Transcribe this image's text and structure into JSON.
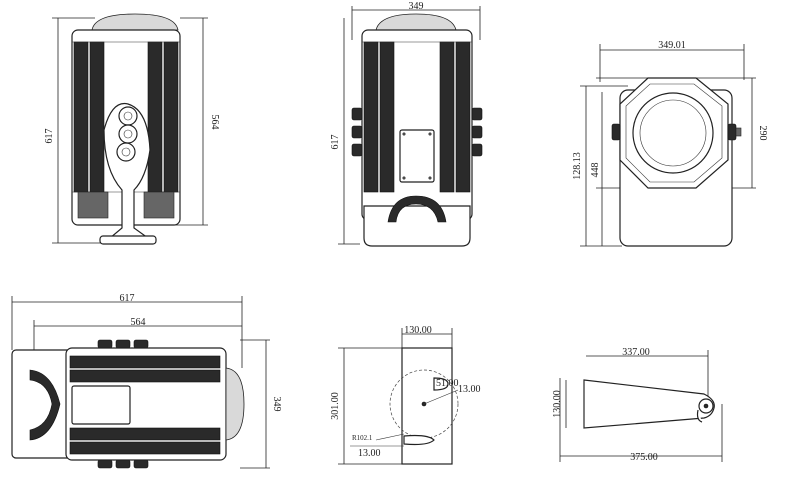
{
  "views": {
    "side": {
      "height_total": "617",
      "height_body": "564"
    },
    "front": {
      "width": "349",
      "height": "617"
    },
    "rear": {
      "width": "349.01",
      "height_a": "128.13",
      "height_b": "448",
      "height_c": "290"
    },
    "top": {
      "length_total": "617",
      "length_body": "564",
      "width": "349"
    },
    "bracket": {
      "width": "130.00",
      "slot_a": "51.00",
      "slot_b": "13.00",
      "height": "301.00",
      "radius": "R102.1",
      "offset": "13.00"
    },
    "arm": {
      "length_a": "337.00",
      "length_b": "375.00",
      "width": "130.00"
    }
  }
}
